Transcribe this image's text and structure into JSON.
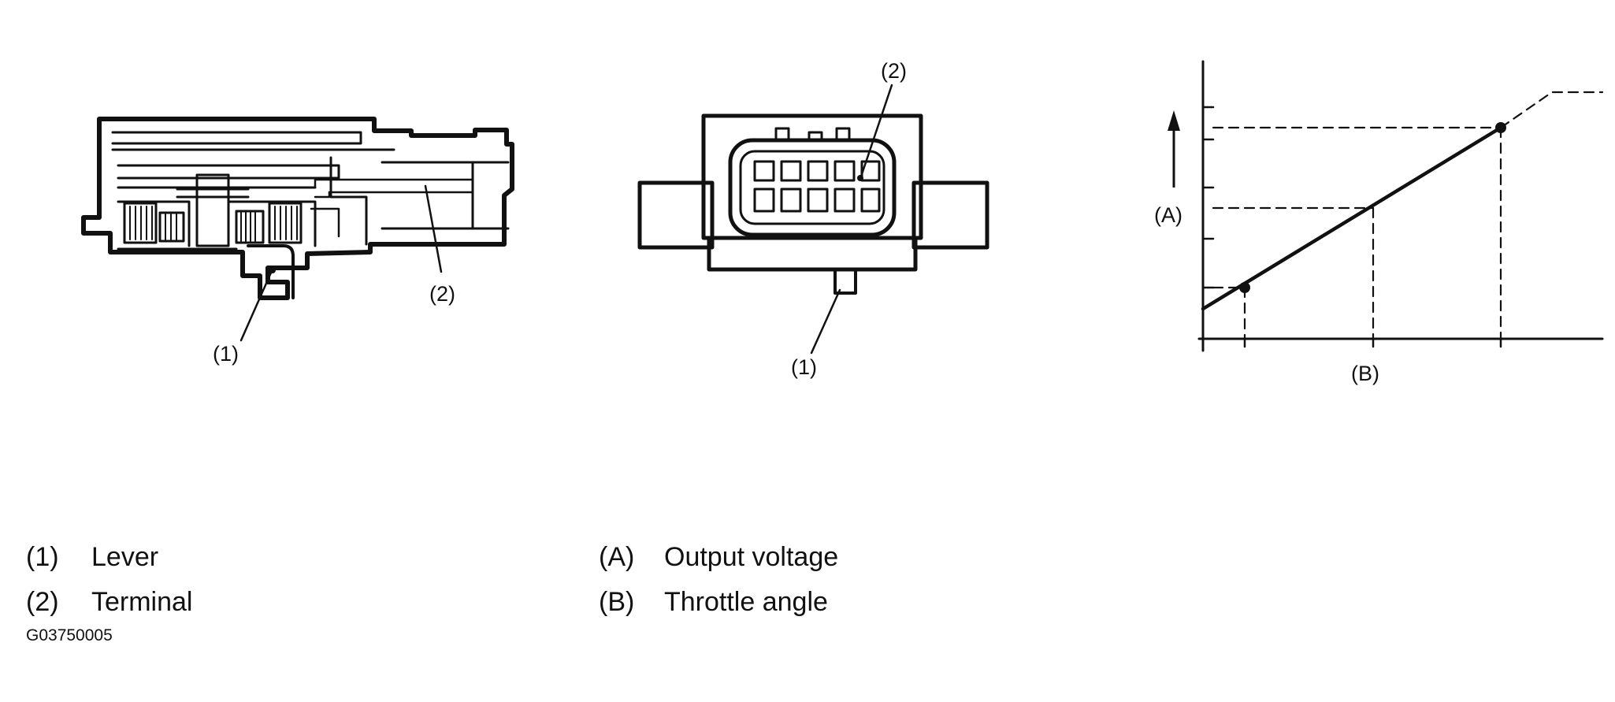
{
  "figure": {
    "callouts": {
      "section_lever": "(1)",
      "section_terminal": "(2)",
      "front_lever": "(1)",
      "front_terminal": "(2)",
      "axis_a": "(A)",
      "axis_b": "(B)"
    },
    "code": "G03750005"
  },
  "legend": {
    "parts": [
      {
        "num": "(1)",
        "label": "Lever"
      },
      {
        "num": "(2)",
        "label": "Terminal"
      }
    ],
    "axes": [
      {
        "num": "(A)",
        "label": "Output voltage"
      },
      {
        "num": "(B)",
        "label": "Throttle angle"
      }
    ]
  },
  "colors": {
    "ink": "#111111",
    "background": "#ffffff"
  }
}
